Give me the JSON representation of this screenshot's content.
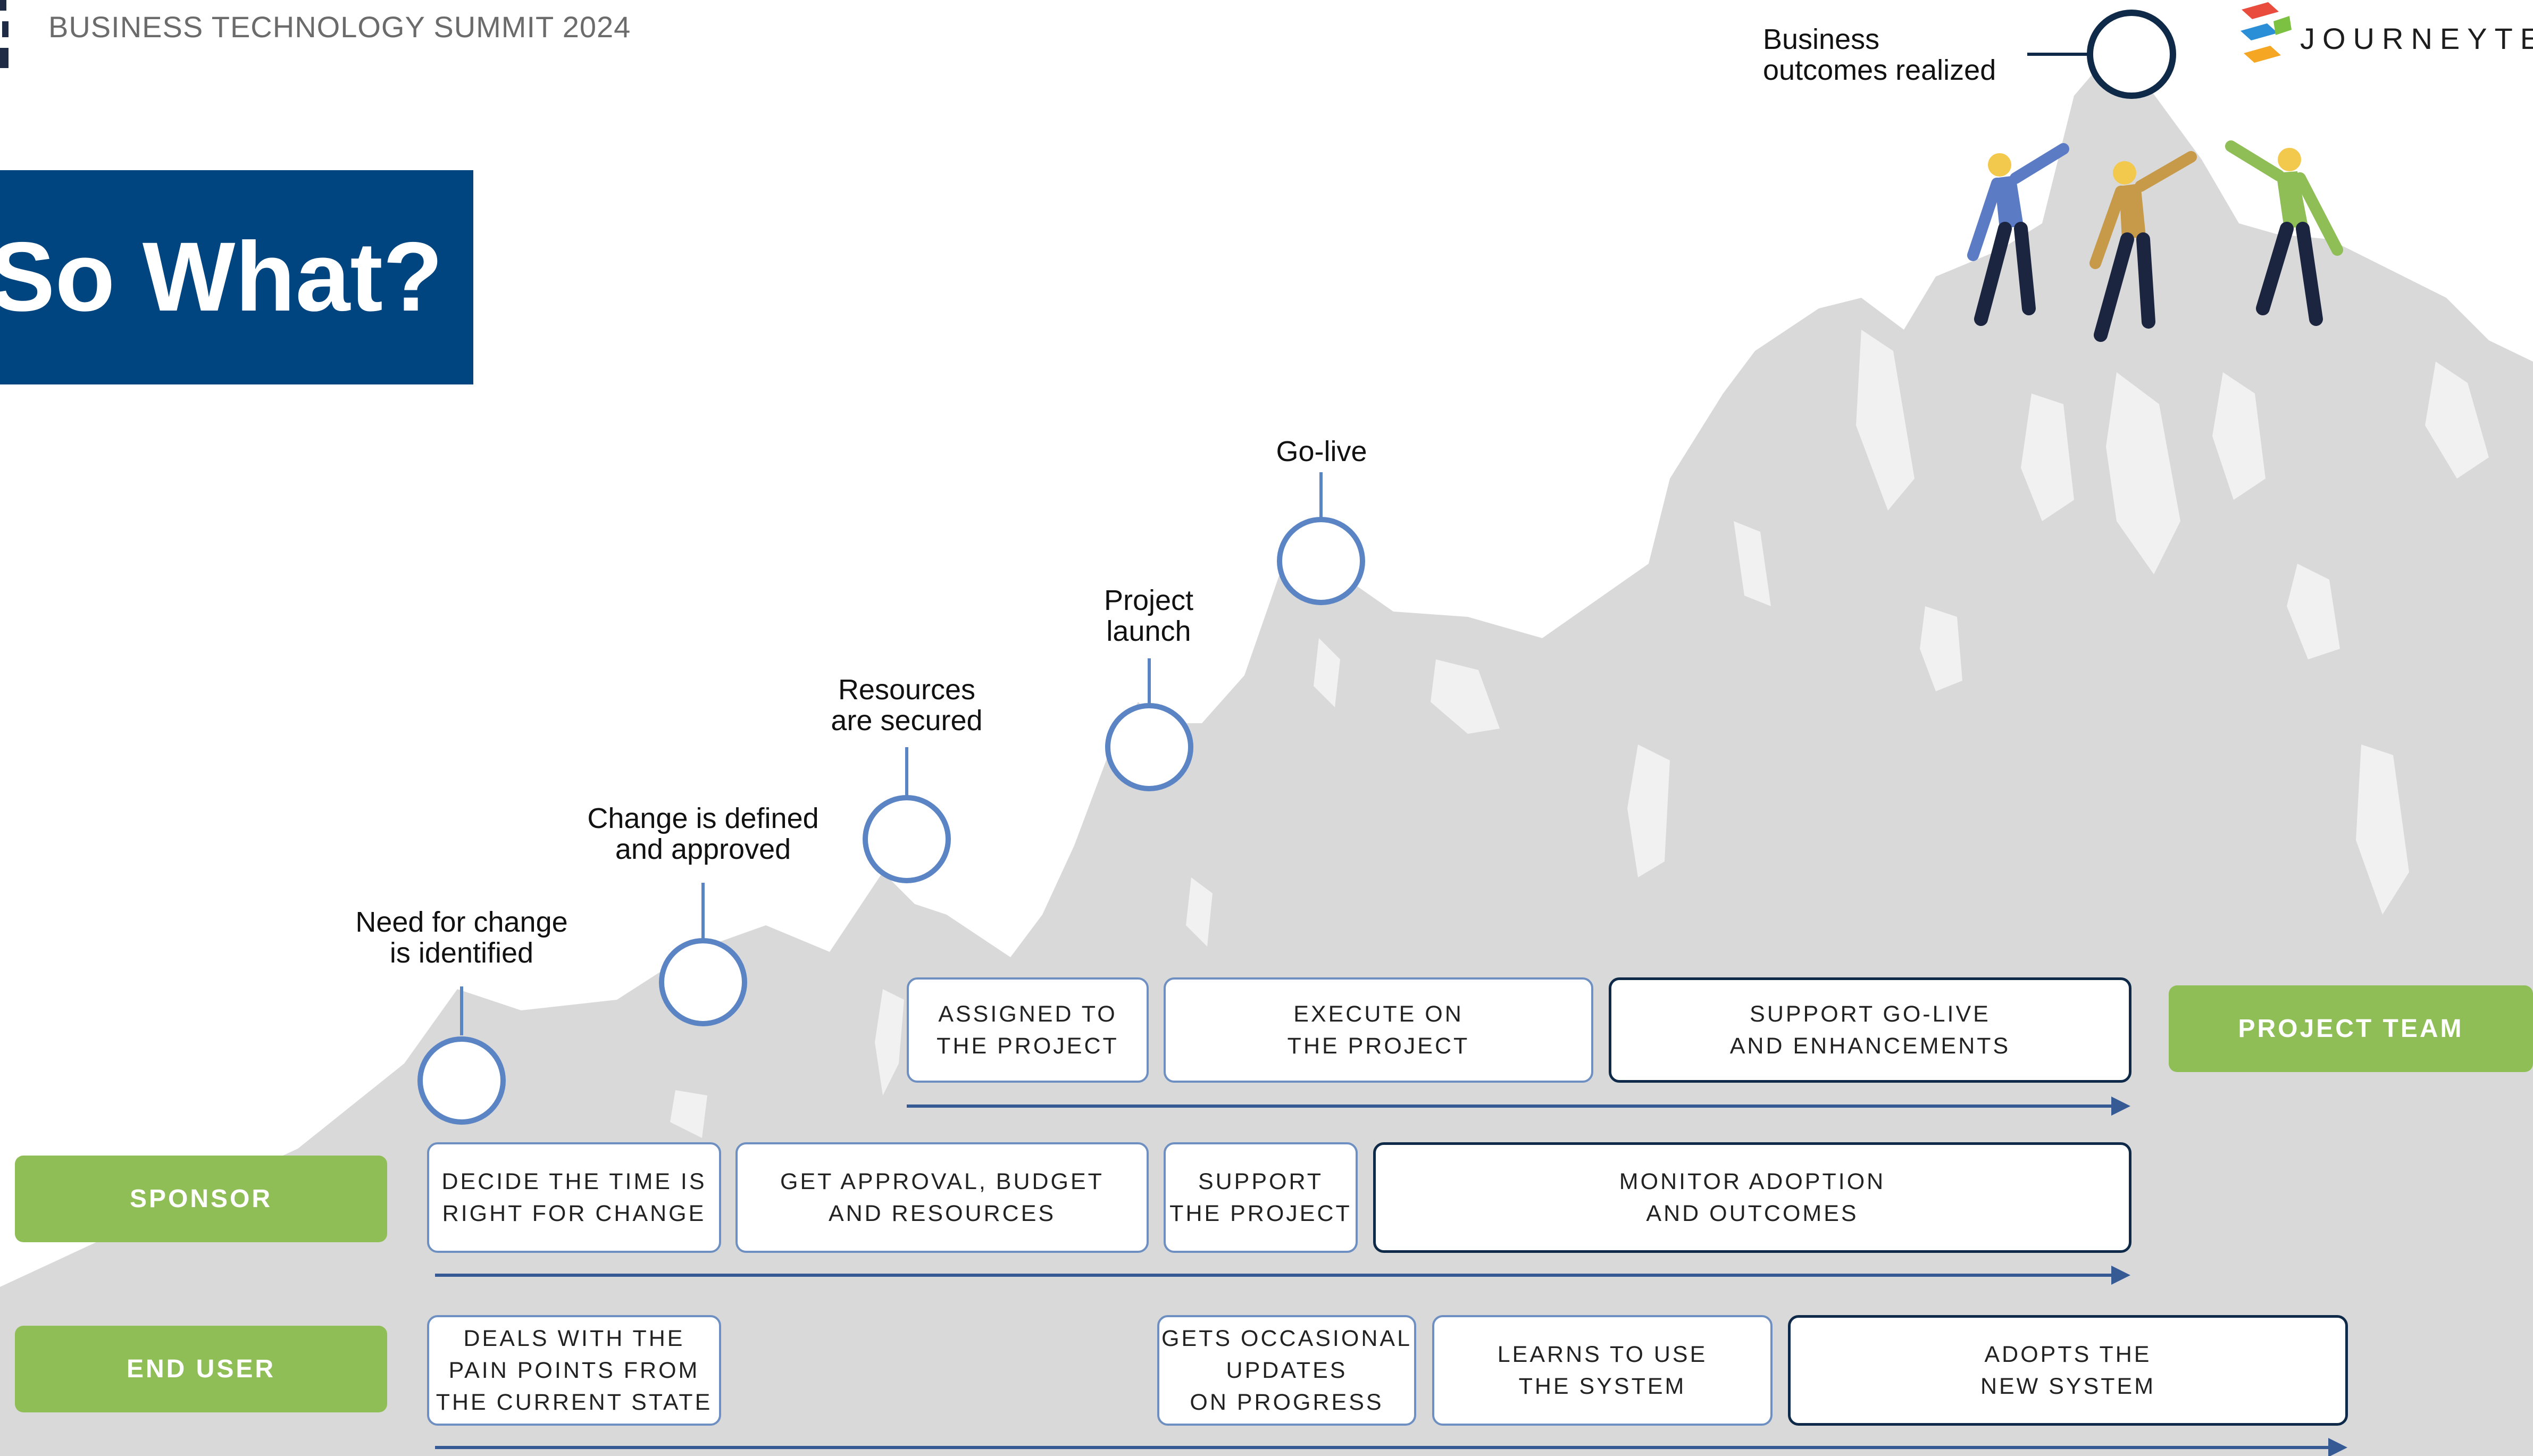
{
  "header": {
    "title": "BUSINESS TECHNOLOGY SUMMIT 2024"
  },
  "title": "So What?",
  "brand": {
    "name": "JOURNEYTEAM"
  },
  "milestones": [
    {
      "label": "Need for change\nis identified"
    },
    {
      "label": "Change is defined\nand approved"
    },
    {
      "label": "Resources\nare secured"
    },
    {
      "label": "Project\nlaunch"
    },
    {
      "label": "Go-live"
    },
    {
      "label": "Business\noutcomes realized"
    }
  ],
  "roles": {
    "project_team": "PROJECT TEAM",
    "sponsor": "SPONSOR",
    "end_user": "END USER"
  },
  "project_team_steps": [
    "ASSIGNED TO\nTHE PROJECT",
    "EXECUTE ON\nTHE PROJECT",
    "SUPPORT GO-LIVE\nAND ENHANCEMENTS"
  ],
  "sponsor_steps": [
    "DECIDE THE TIME IS\nRIGHT FOR CHANGE",
    "GET APPROVAL, BUDGET\nAND RESOURCES",
    "SUPPORT\nTHE PROJECT",
    "MONITOR ADOPTION\nAND OUTCOMES"
  ],
  "end_user_steps": [
    "DEALS WITH THE\nPAIN POINTS FROM\nTHE CURRENT STATE",
    "GETS OCCASIONAL\nUPDATES\nON PROGRESS",
    "LEARNS TO USE\nTHE SYSTEM",
    "ADOPTS THE\nNEW SYSTEM"
  ],
  "colors": {
    "title_bg": "#00457f",
    "role_green": "#8fbe56",
    "milestone_blue": "#5b84c4",
    "mountain_gray": "#d9d9d9",
    "arrow_blue": "#355a94",
    "final_dark": "#0f2a48"
  }
}
